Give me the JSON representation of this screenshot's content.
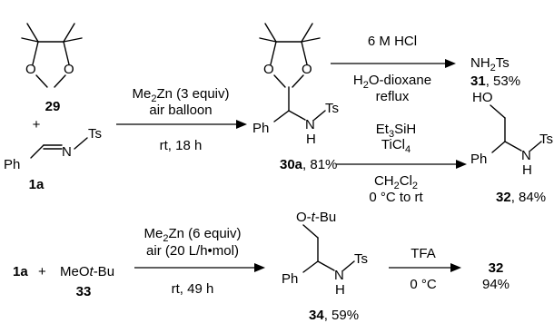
{
  "scheme": {
    "compound_29": {
      "number": "29"
    },
    "plus_sign": "+",
    "compound_1a": {
      "ph": "Ph",
      "n": "N",
      "ts": "Ts",
      "number": "1a"
    },
    "step1": {
      "reagent": "Me2Zn (3 equiv)",
      "atmosphere": "air balloon",
      "conditions": "rt, 18 h"
    },
    "compound_30a": {
      "ph": "Ph",
      "n": "N",
      "h": "H",
      "ts": "Ts",
      "number": "30a",
      "yield": ", 81%"
    },
    "step2": {
      "reagent": "6 M HCl",
      "solvent": "H2O-dioxane",
      "conditions": "reflux"
    },
    "compound_31": {
      "formula": "NH2Ts",
      "number": "31",
      "yield": ", 53%"
    },
    "step3": {
      "reagent1": "Et3SiH",
      "reagent2": "TiCl4",
      "solvent": "CH2Cl2",
      "conditions": "0 °C to rt"
    },
    "compound_32": {
      "ho": "HO",
      "ph": "Ph",
      "n": "N",
      "h": "H",
      "ts": "Ts",
      "number": "32",
      "yield": ", 84%"
    },
    "row2": {
      "reactant": "1a",
      "plus": "+",
      "ether": "MeOt-Bu",
      "ether_number": "33",
      "step4": {
        "reagent": "Me2Zn (6 equiv)",
        "atmosphere": "air (20 L/h•mol)",
        "conditions": "rt, 49 h"
      },
      "compound_34": {
        "otbu": "O-t-Bu",
        "ph": "Ph",
        "n": "N",
        "h": "H",
        "ts": "Ts",
        "number": "34",
        "yield": ", 59%"
      },
      "step5": {
        "reagent": "TFA",
        "conditions": "0 °C"
      },
      "product": {
        "number": "32",
        "yield": "94%"
      }
    }
  }
}
